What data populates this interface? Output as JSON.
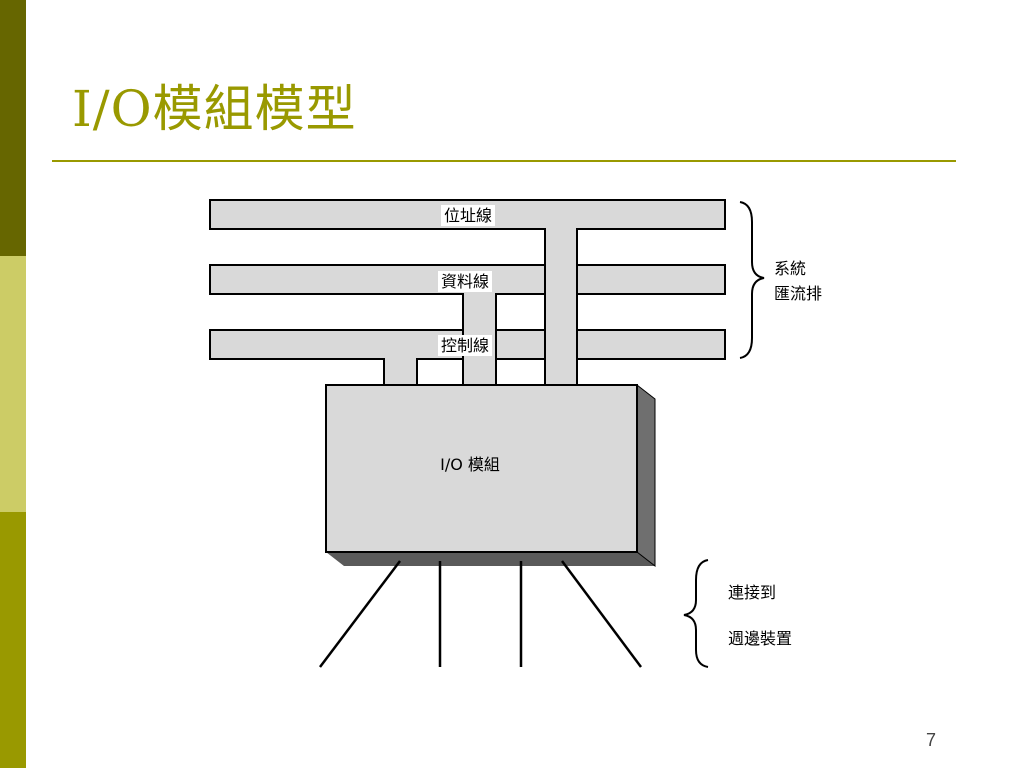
{
  "slide": {
    "title": "I/O模組模型",
    "page_number": "7"
  },
  "diagram": {
    "buses": [
      {
        "id": "address",
        "label": "位址線"
      },
      {
        "id": "data",
        "label": "資料線"
      },
      {
        "id": "control",
        "label": "控制線"
      }
    ],
    "system_bus_label_line1": "系統",
    "system_bus_label_line2": "匯流排",
    "module_label": "I/O 模組",
    "peripheral_label_line1": "連接到",
    "peripheral_label_line2": "週邊裝置"
  },
  "colors": {
    "accent": "#999900",
    "stripe_dark": "#666600",
    "stripe_light": "#cccc66",
    "bus_fill": "#d9d9d9",
    "module_shadow": "#6f6f6f"
  }
}
